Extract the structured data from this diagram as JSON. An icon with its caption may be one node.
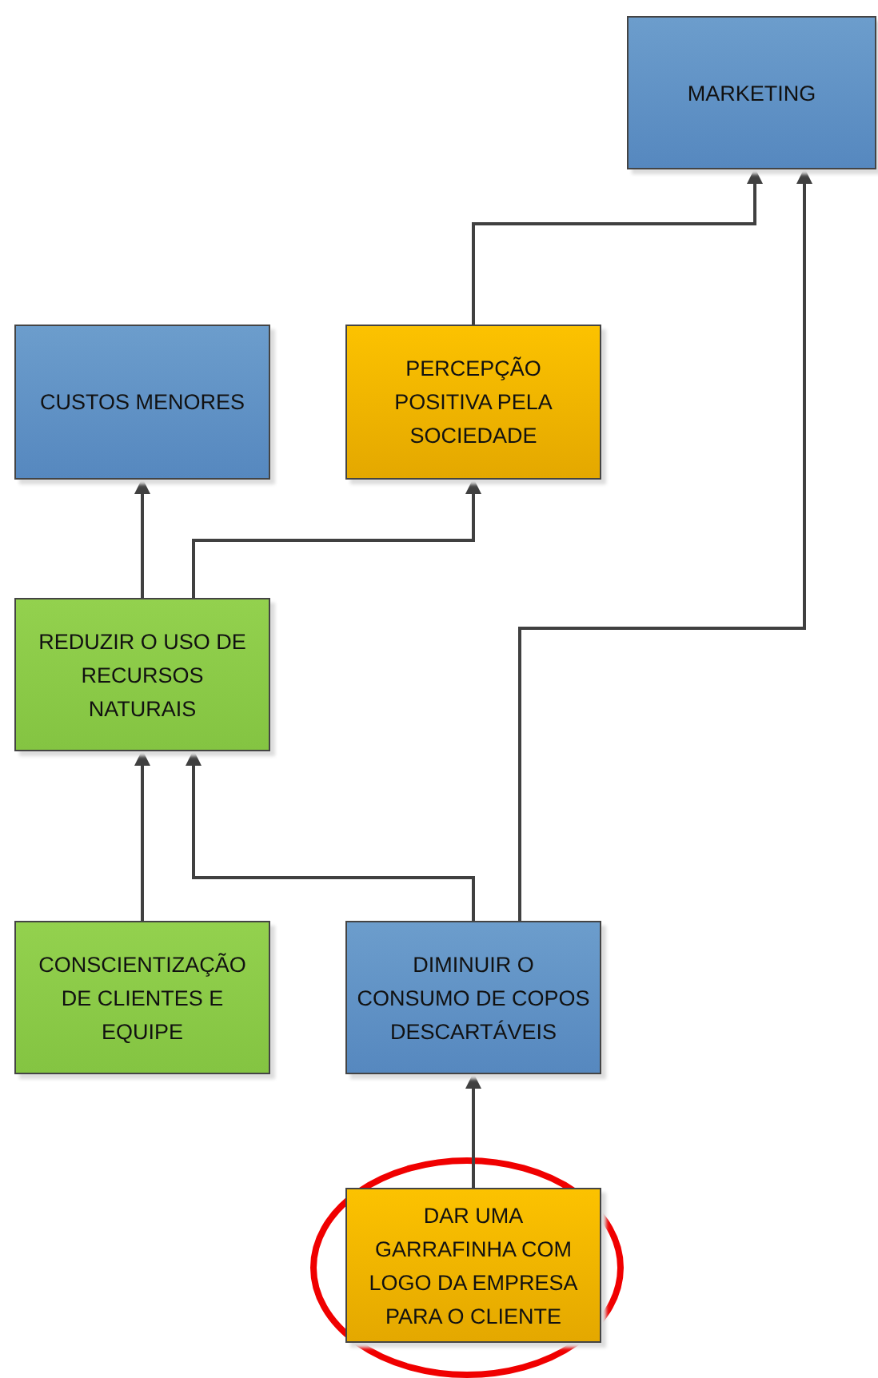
{
  "diagram": {
    "nodes": [
      {
        "text": [
          "MARKETING"
        ]
      },
      {
        "text": [
          "CUSTOS MENORES"
        ]
      },
      {
        "text": [
          "PERCEPÇÃO POSITIVA PELA SOCIEDADE"
        ]
      },
      {
        "text": [
          "REDUZIR O USO DE RECURSOS NATURAIS"
        ]
      },
      {
        "text": [
          "CONSCIENTIZAÇÃO DE CLIENTES E EQUIPE"
        ]
      },
      {
        "text": [
          "DIMINUIR O CONSUMO DE COPOS DESCARTÁVEIS"
        ]
      },
      {
        "text": [
          "DAR UMA GARRAFINHA COM LOGO DA EMPRESA PARA O CLIENTE"
        ]
      }
    ],
    "edges": [
      {
        "from": 3,
        "to": 1,
        "arrow": "to"
      },
      {
        "from": 3,
        "to": 2,
        "arrow": "to"
      },
      {
        "from": 2,
        "to": 0,
        "arrow": "to"
      },
      {
        "from": 5,
        "to": 0,
        "arrow": "to"
      },
      {
        "from": 4,
        "to": 3,
        "arrow": "to"
      },
      {
        "from": 5,
        "to": 3,
        "arrow": "to"
      },
      {
        "from": 6,
        "to": 5,
        "arrow": "to"
      }
    ]
  }
}
